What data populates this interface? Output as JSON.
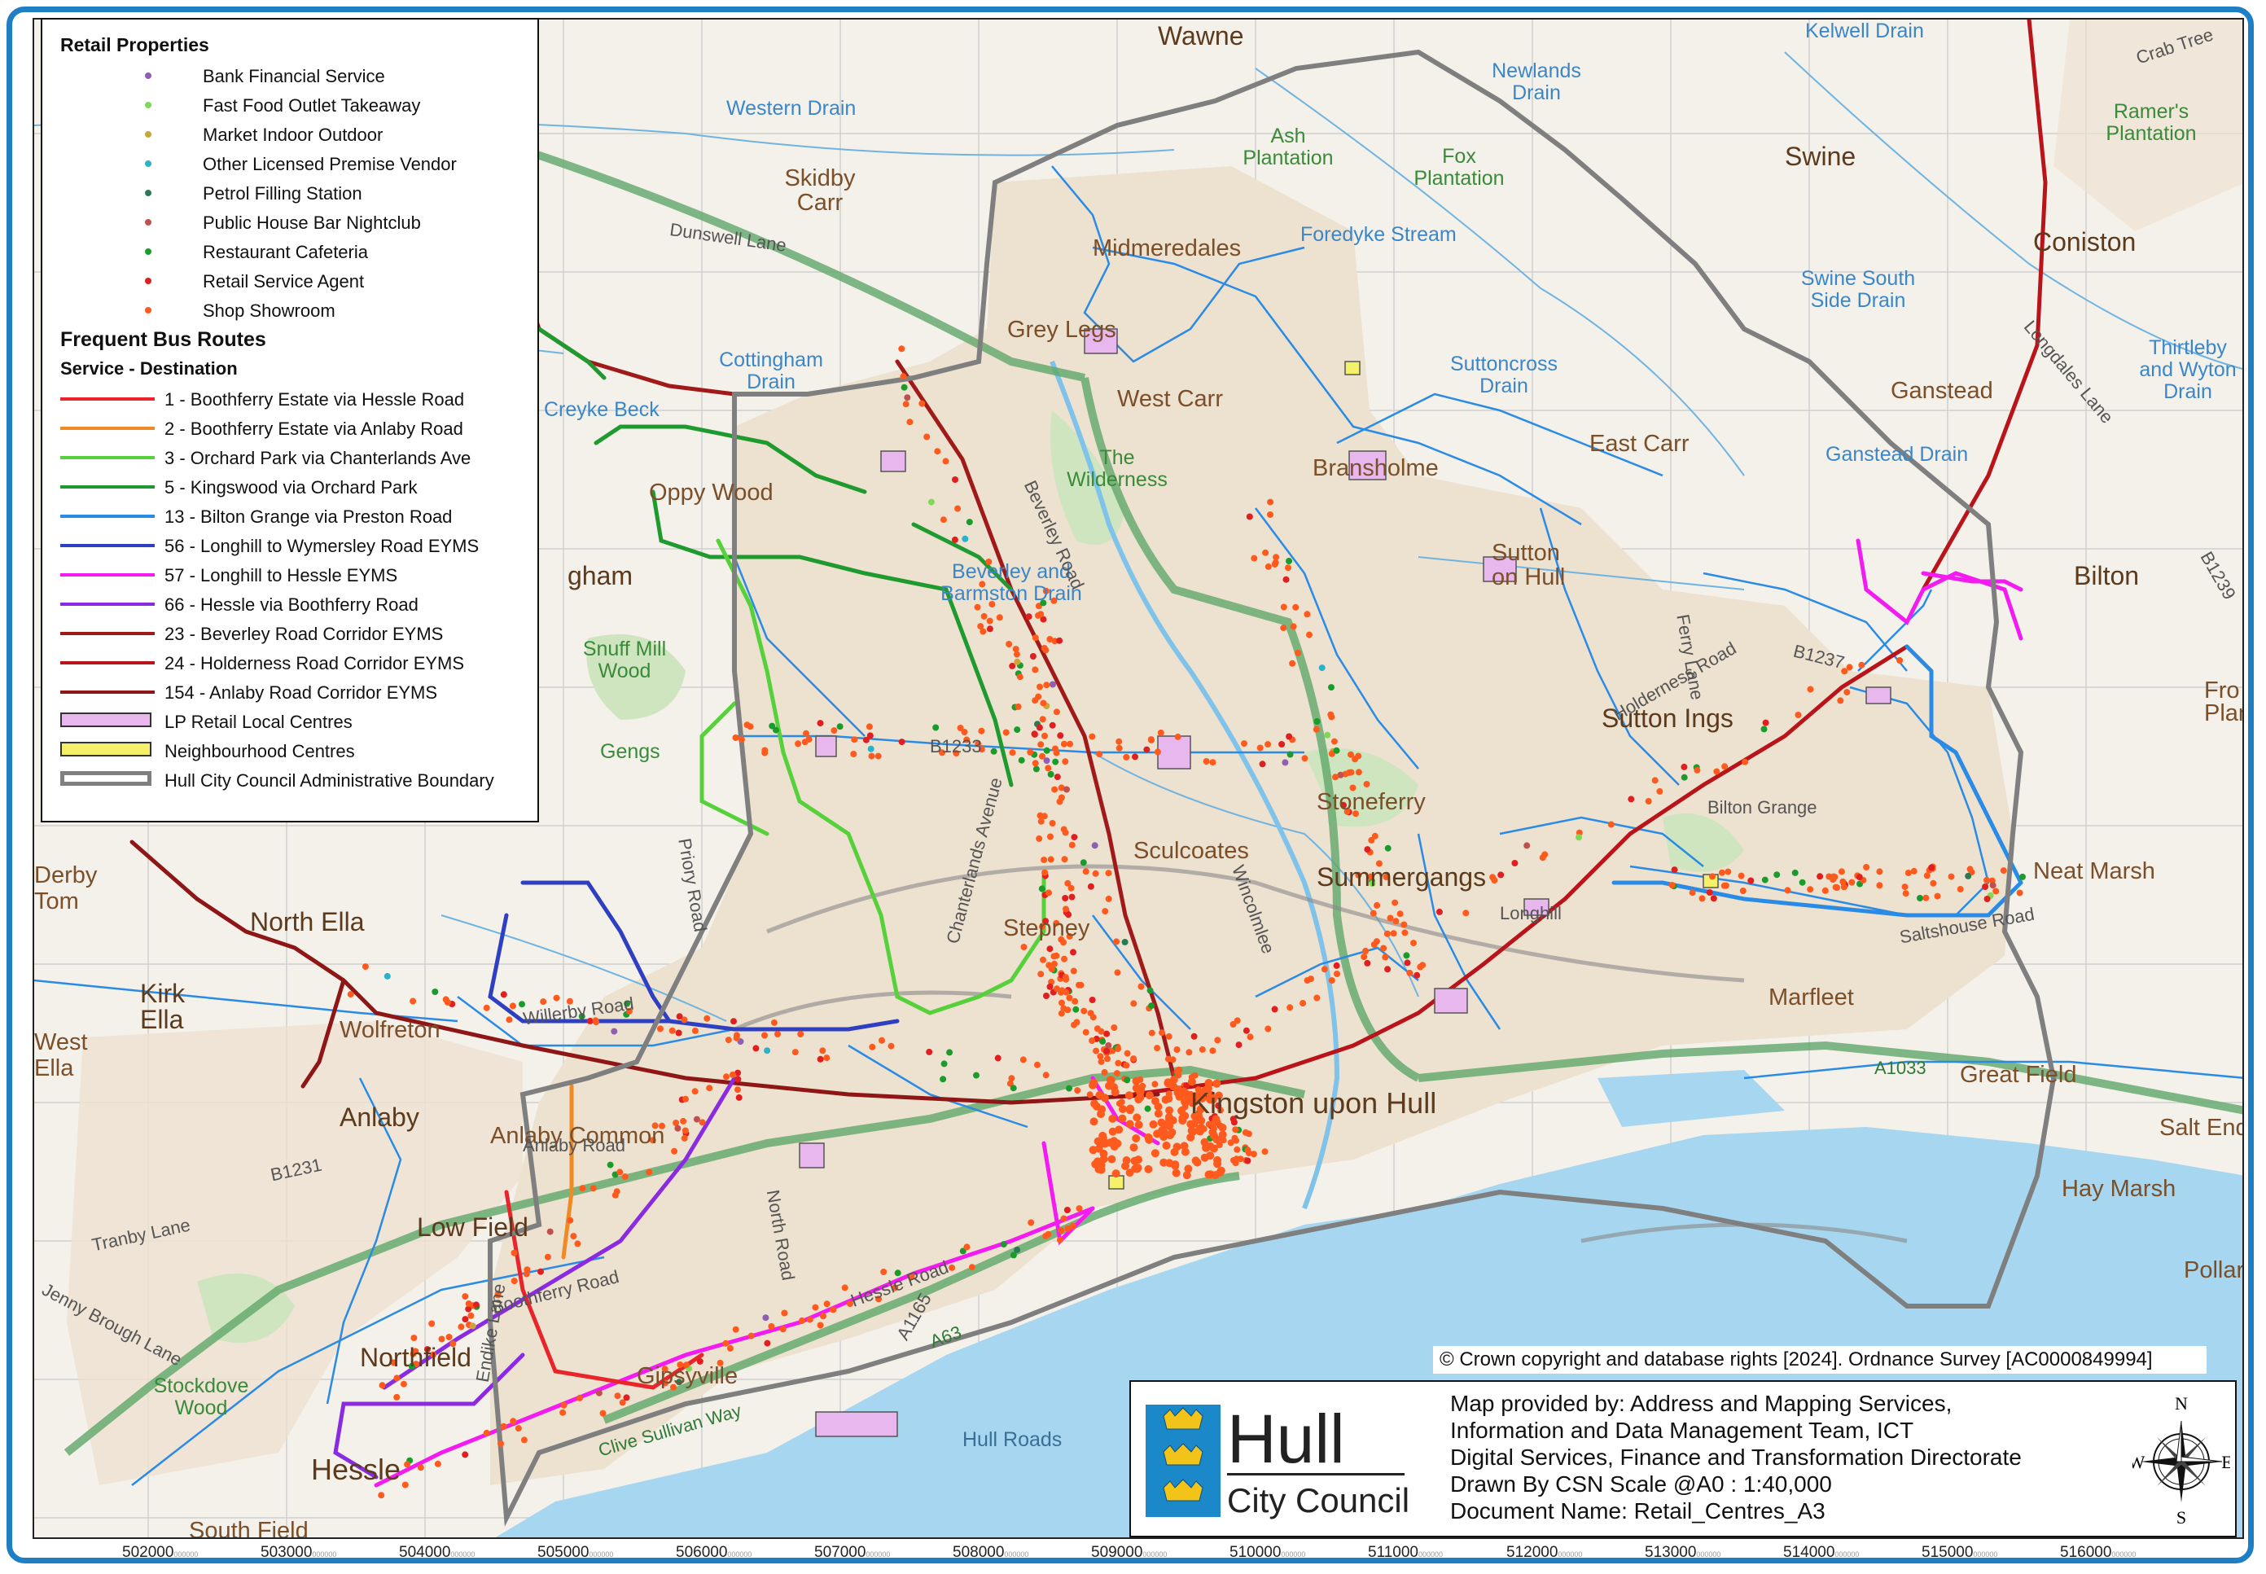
{
  "legend": {
    "retail_title": "Retail Properties",
    "retail_items": [
      {
        "label": "Bank Financial Service",
        "color": "#8e5fb4"
      },
      {
        "label": "Fast Food Outlet Takeaway",
        "color": "#7ed957"
      },
      {
        "label": "Market Indoor  Outdoor",
        "color": "#c8a63c"
      },
      {
        "label": "Other Licensed Premise   Vendor",
        "color": "#2bb1c9"
      },
      {
        "label": "Petrol Filling Station",
        "color": "#2c7a55"
      },
      {
        "label": "Public House Bar Nightclub",
        "color": "#c0504d"
      },
      {
        "label": "Restaurant Cafeteria",
        "color": "#1a9c2c"
      },
      {
        "label": "Retail Service Agent",
        "color": "#e02020"
      },
      {
        "label": "Shop Showroom",
        "color": "#ff5a1e"
      }
    ],
    "bus_title": "Frequent Bus Routes",
    "bus_subtitle": "Service - Destination",
    "bus_routes": [
      {
        "label": "1 - Boothferry Estate via Hessle Road",
        "color": "#e8252a"
      },
      {
        "label": "2 - Boothferry Estate via Anlaby Road",
        "color": "#f08a24"
      },
      {
        "label": "3 - Orchard Park via Chanterlands Ave",
        "color": "#57d13b"
      },
      {
        "label": "5 - Kingswood via Orchard Park",
        "color": "#1f9a2e"
      },
      {
        "label": "13 - Bilton Grange via Preston Road",
        "color": "#2a8be6"
      },
      {
        "label": "56 - Longhill to Wymersley Road EYMS",
        "color": "#2e3fc2"
      },
      {
        "label": "57 - Longhill to Hessle EYMS",
        "color": "#f21cf0"
      },
      {
        "label": "66 - Hessle via Boothferry Road",
        "color": "#8a2be2"
      },
      {
        "label": "23 - Beverley Road Corridor EYMS",
        "color": "#a01a1a"
      },
      {
        "label": "24 - Holderness Road Corridor EYMS",
        "color": "#b8141a"
      },
      {
        "label": "154 - Anlaby Road Corridor EYMS",
        "color": "#8e1616"
      }
    ],
    "areas": [
      {
        "label": "LP Retail Local Centres",
        "color": "#e8b7ee"
      },
      {
        "label": "Neighbourhood Centres",
        "color": "#f4f06a"
      },
      {
        "label": "Hull City Council Administrative Boundary",
        "color": "#7f7f7f"
      }
    ]
  },
  "map_labels": {
    "places": [
      "Wawne",
      "Swine",
      "Coniston",
      "Ganstead",
      "Bilton",
      "Midmeredales",
      "Grey Legs",
      "West Carr",
      "Bransholme",
      "Sutton on Hull",
      "Sutton Ings",
      "Stoneferry",
      "Sculcoates",
      "Summergangs",
      "Stepney",
      "Neat Marsh",
      "Marfleet",
      "Great Field",
      "Salt End",
      "Hay Marsh",
      "Pollard Clo",
      "Kingston upon Hull",
      "Anlaby Common",
      "Anlaby",
      "Wolfreton",
      "North Ella",
      "Kirk Ella",
      "West Ella",
      "Low Field",
      "Northfield",
      "Gipsyville",
      "Hessle",
      "South Field",
      "Derby Tom",
      "gham",
      "Skidby Carr",
      "Oppy Wood",
      "East Carr",
      "Bilton Grange",
      "Longhill",
      "Hull Roads",
      "Fro Plan"
    ],
    "water": [
      "Kelwell Drain",
      "Western Drain",
      "Newlands Drain",
      "Foredyke Stream",
      "Swine South Side Drain",
      "Thirtleby and Wyton Drain",
      "Cottingham Drain",
      "Suttoncross Drain",
      "Creyke Beck",
      "Beverley and Barmston Drain",
      "Ganstead Drain",
      "Ramer's Plantation"
    ],
    "green": [
      "Ash Plantation",
      "Fox Plantation",
      "The Wilderness",
      "Snuff Mill Wood",
      "Gengs",
      "Stockdove Wood"
    ],
    "roads": [
      "Dunswell Lane",
      "Longdales Lane",
      "B1237",
      "B1233",
      "B1239",
      "B1231",
      "Tranby Lane",
      "Jenny Brough Lane",
      "Crab Tree",
      "Willerby Road",
      "Boothferry Road",
      "Beverley Road",
      "Holderness Road",
      "Clive Sullivan Way",
      "Anlaby Road",
      "Hessle Road",
      "A63",
      "A1033",
      "A1165",
      "Chanterlands Avenue",
      "Priory Road",
      "Endike Lane",
      "Wincolmlee",
      "North Road",
      "Ferry Lane",
      "Saltshouse Road"
    ]
  },
  "copyright": "© Crown copyright and database rights [2024]. Ordnance Survey [AC0000849994]",
  "info": {
    "logo_word": "Hull",
    "logo_sub": "City Council",
    "lines": [
      "Map provided by: Address and Mapping Services,",
      "Information and Data Management Team, ICT",
      "Digital Services, Finance and Transformation Directorate",
      "Drawn By CSN  Scale @A0 :  1:40,000",
      "Document Name: Retail_Centres_A3"
    ]
  },
  "compass": {
    "n": "N",
    "s": "S",
    "e": "E",
    "w": "W"
  },
  "x_ticks": [
    "502000",
    "503000",
    "504000",
    "505000",
    "506000",
    "507000",
    "508000",
    "509000",
    "510000",
    "511000",
    "512000",
    "513000",
    "514000",
    "515000",
    "516000"
  ],
  "x_tick_suffix": "000000"
}
